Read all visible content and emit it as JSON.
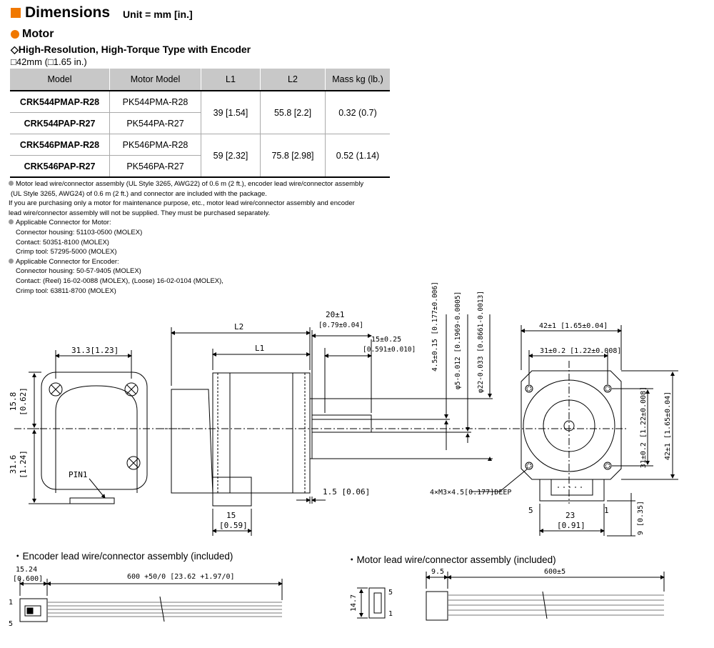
{
  "header": {
    "title": "Dimensions",
    "unit": "Unit = mm [in.]",
    "section": "Motor",
    "subtitle": "◇High-Resolution, High-Torque Type with Encoder",
    "size": "□42mm (□1.65 in.)"
  },
  "table": {
    "columns": [
      "Model",
      "Motor Model",
      "L1",
      "L2",
      "Mass kg (lb.)"
    ],
    "groups": [
      {
        "models": [
          "CRK544PMAP-R28",
          "CRK544PAP-R27"
        ],
        "motor_models": [
          "PK544PMA-R28",
          "PK544PA-R27"
        ],
        "l1": "39 [1.54]",
        "l2": "55.8 [2.2]",
        "mass": "0.32 (0.7)"
      },
      {
        "models": [
          "CRK546PMAP-R28",
          "CRK546PAP-R27"
        ],
        "motor_models": [
          "PK546PMA-R28",
          "PK546PA-R27"
        ],
        "l1": "59 [2.32]",
        "l2": "75.8 [2.98]",
        "mass": "0.52 (1.14)"
      }
    ]
  },
  "notes": {
    "line1": "Motor lead wire/connector assembly (UL Style 3265, AWG22) of 0.6 m (2 ft.), encoder lead wire/connector assembly",
    "line2": "(UL Style 3265, AWG24) of 0.6 m (2 ft.) and connector are included with the package.",
    "line3": "If you are purchasing only a motor for maintenance purpose, etc., motor lead wire/connector assembly and encoder",
    "line4": "lead wire/connector assembly will not be supplied. They must be purchased separately.",
    "motor_conn_head": "Applicable Connector for Motor:",
    "motor_conn_1": "Connector housing: 51103-0500 (MOLEX)",
    "motor_conn_2": "Contact: 50351-8100 (MOLEX)",
    "motor_conn_3": "Crimp tool: 57295-5000 (MOLEX)",
    "enc_conn_head": "Applicable Connector for Encoder:",
    "enc_conn_1": "Connector housing: 50-57-9405 (MOLEX)",
    "enc_conn_2": "Contact: (Reel) 16-02-0088 (MOLEX), (Loose) 16-02-0104 (MOLEX),",
    "enc_conn_3": "Crimp tool: 63811-8700 (MOLEX)"
  },
  "drawing": {
    "left": {
      "dim_top": "31.3[1.23]",
      "dim_upper": "15.8",
      "dim_upper_in": "[0.62]",
      "dim_lower": "31.6",
      "dim_lower_in": "[1.24]",
      "pin": "PIN1"
    },
    "side": {
      "l2": "L2",
      "l1": "L1",
      "shaft": "20±1",
      "shaft_in": "[0.79±0.04]",
      "flat": "15±0.25",
      "flat_in": "[0.591±0.010]",
      "d_flat": "4.5±0.15 [0.177±0.006]",
      "d_shaft": "φ5-0.012 [0.1969-0.0005]",
      "d_pilot": "φ22-0.033 [0.8661-0.0013]",
      "pilot_len": "1.5 [0.06]",
      "conn_len": "15",
      "conn_len_in": "[0.59]"
    },
    "front": {
      "width": "42±1 [1.65±0.04]",
      "pitch": "31±0.2 [1.22±0.008]",
      "pitch_v": "31±0.2 [1.22±0.008]",
      "height_v": "42±1 [1.65±0.04]",
      "holes": "4×M3×4.5[0.177]DEEP",
      "conn_w": "23",
      "conn_w_in": "[0.91]",
      "conn_h": "9 [0.35]",
      "pin5": "5",
      "pin1": "1"
    }
  },
  "encoder_assy": {
    "caption": "・Encoder lead wire/connector assembly (included)",
    "len_a": "15.24",
    "len_a_in": "[0.600]",
    "len_b": "600 +50/0 [23.62 +1.97/0]",
    "pin1": "1",
    "pin5": "5"
  },
  "motor_assy": {
    "caption": "・Motor lead wire/connector assembly (included)",
    "len_a": "9.5",
    "len_b": "600±5",
    "height": "14.7",
    "pin5": "5",
    "pin1": "1"
  },
  "colors": {
    "accent": "#f07800",
    "table_header": "#c8c8c8"
  }
}
